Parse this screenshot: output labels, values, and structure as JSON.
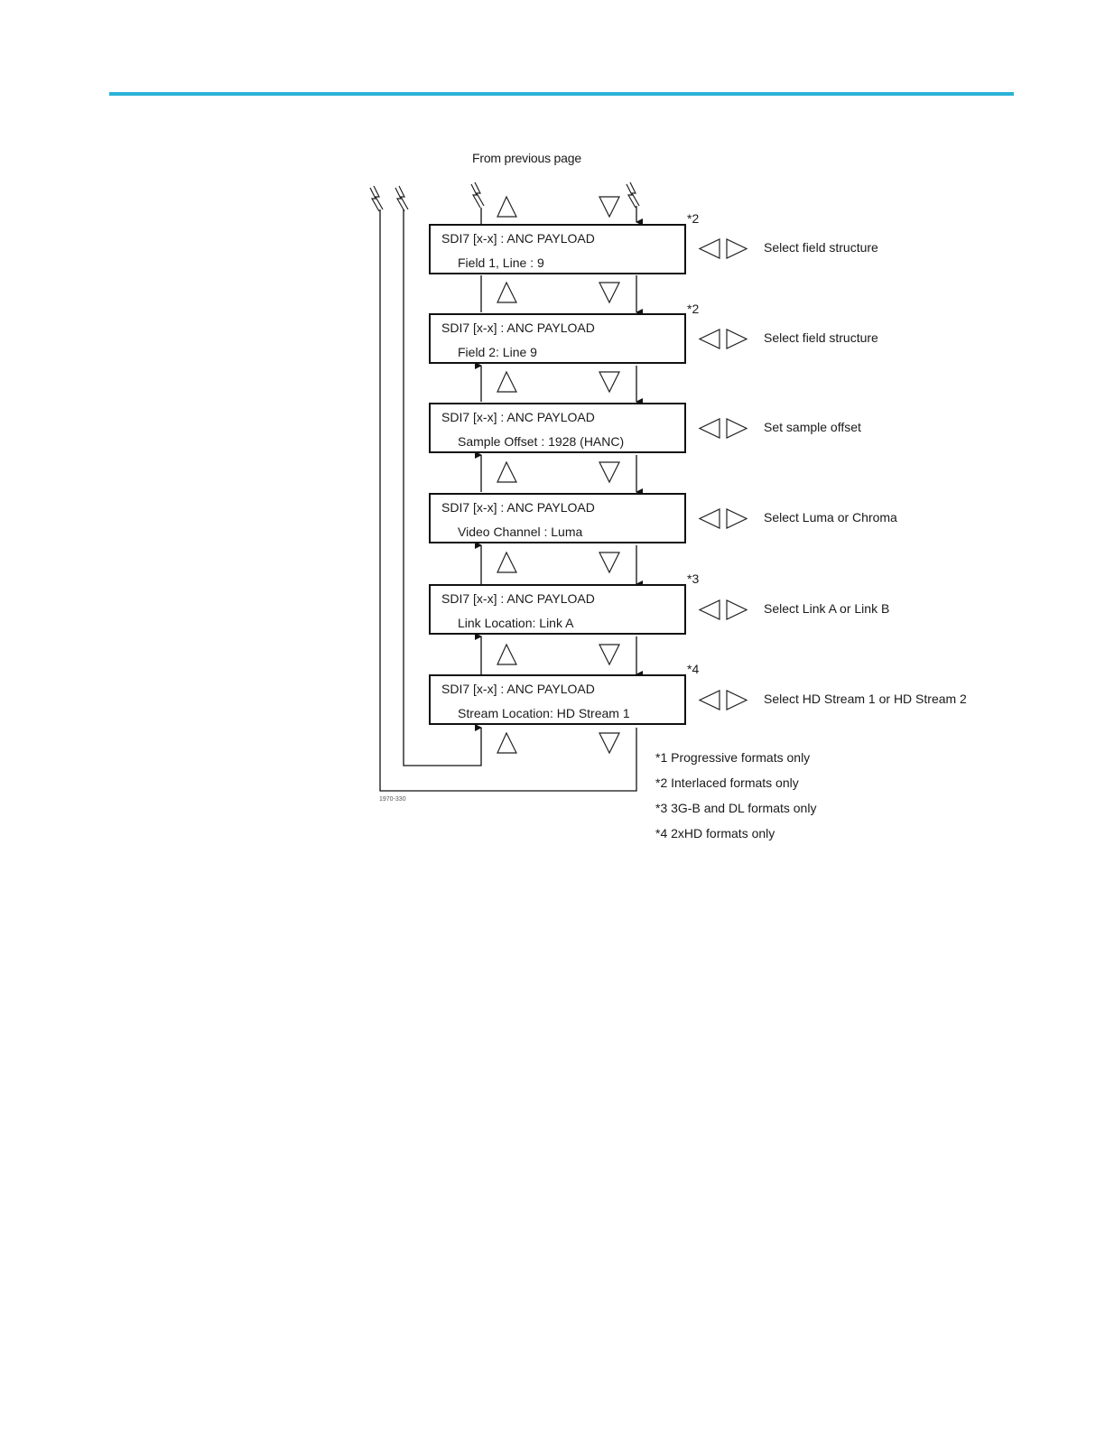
{
  "header": {
    "accent_color": "#2bb3d8"
  },
  "diagram": {
    "from_label": "From previous page",
    "figure_id": "1970-330",
    "boxes": [
      {
        "line1": "SDI7 [x-x] :  ANC PAYLOAD",
        "line2": "Field 1, Line :  9",
        "note": "*2",
        "description": "Select field structure"
      },
      {
        "line1": "SDI7 [x-x] :  ANC PAYLOAD",
        "line2": "Field 2: Line 9",
        "note": "*2",
        "description": "Select field structure"
      },
      {
        "line1": "SDI7 [x-x] :  ANC PAYLOAD",
        "line2": "Sample Offset :  1928 (HANC)",
        "note": "",
        "description": "Set sample offset"
      },
      {
        "line1": "SDI7 [x-x] :  ANC PAYLOAD",
        "line2": "Video Channel : Luma",
        "note": "",
        "description": "Select Luma or Chroma"
      },
      {
        "line1": "SDI7 [x-x] :  ANC PAYLOAD",
        "line2": "Link Location:  Link A",
        "note": "*3",
        "description": "Select Link A or Link B"
      },
      {
        "line1": "SDI7 [x-x] :  ANC PAYLOAD",
        "line2": "Stream Location:  HD Stream 1",
        "note": "*4",
        "description": "Select HD Stream 1 or HD Stream 2"
      }
    ],
    "footnotes": [
      "*1 Progressive formats only",
      "*2 Interlaced formats only",
      "*3 3G-B and DL formats only",
      "*4 2xHD formats only"
    ],
    "icons": {
      "up": "up-arrow-icon",
      "down": "down-arrow-icon",
      "left": "left-arrow-icon",
      "right": "right-arrow-icon",
      "break": "break-symbol-icon"
    }
  }
}
